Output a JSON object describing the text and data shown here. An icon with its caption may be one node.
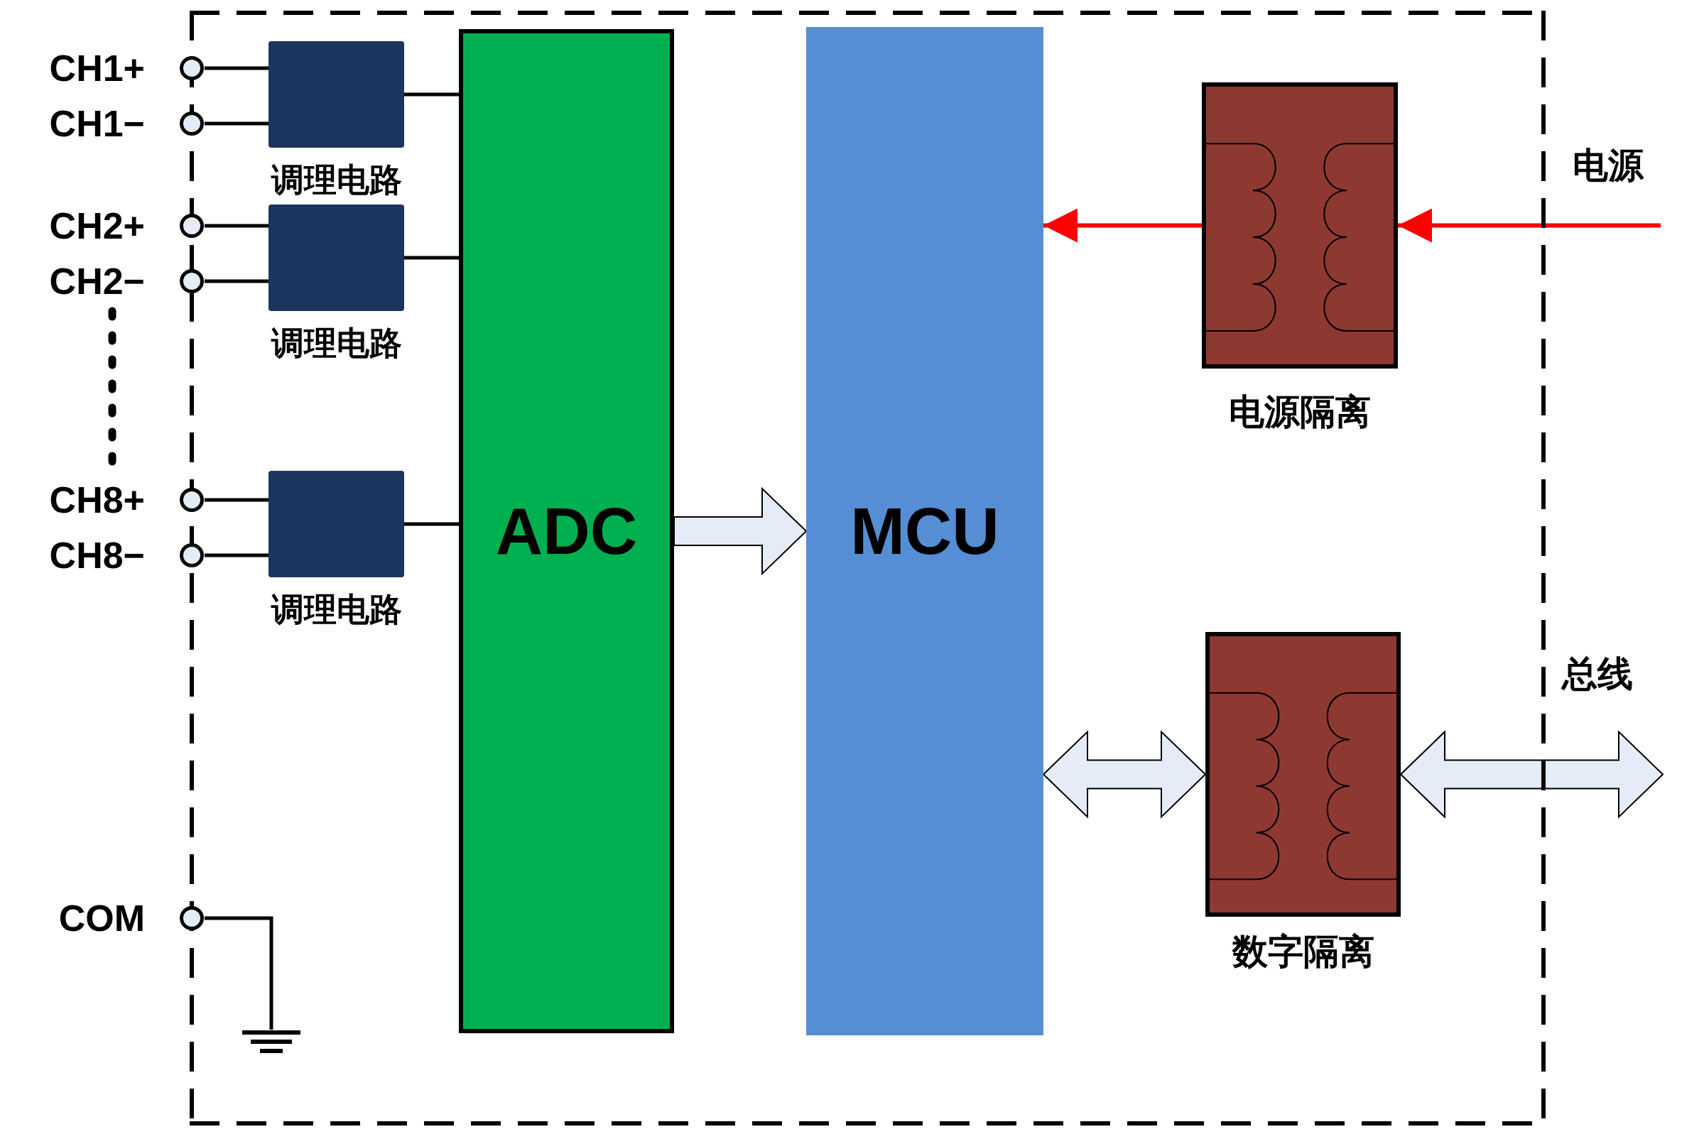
{
  "diagram": {
    "nodes": [
      {
        "text": [],
        "shape": "box"
      },
      {
        "text": [
          "CH1+"
        ]
      },
      {
        "text": [
          "CH1−"
        ]
      },
      {
        "text": [
          "调理电路"
        ],
        "in": 0
      },
      {
        "text": [
          "CH2+"
        ]
      },
      {
        "text": [
          "CH2−"
        ]
      },
      {
        "text": [
          "调理电路"
        ],
        "in": 0
      },
      {
        "text": [
          "CH8+"
        ]
      },
      {
        "text": [
          "CH8−"
        ]
      },
      {
        "text": [
          "调理电路"
        ],
        "in": 0
      },
      {
        "text": [
          "COM"
        ]
      },
      {
        "text": [],
        "shape": "ground",
        "in": 0
      },
      {
        "text": [
          "ADC"
        ],
        "in": 0
      },
      {
        "text": [
          "MCU"
        ],
        "in": 0
      },
      {
        "text": [
          "电源隔离"
        ],
        "in": 0
      },
      {
        "text": [
          "数字隔离"
        ],
        "in": 0
      }
    ],
    "edges": [
      {
        "from": 1,
        "to": 3,
        "arrow": "none"
      },
      {
        "from": 2,
        "to": 3,
        "arrow": "none"
      },
      {
        "from": 4,
        "to": 6,
        "arrow": "none"
      },
      {
        "from": 5,
        "to": 6,
        "arrow": "none"
      },
      {
        "from": 7,
        "to": 9,
        "arrow": "none"
      },
      {
        "from": 8,
        "to": 9,
        "arrow": "none"
      },
      {
        "from": 3,
        "to": 12,
        "arrow": "none"
      },
      {
        "from": 6,
        "to": 12,
        "arrow": "none"
      },
      {
        "from": 9,
        "to": 12,
        "arrow": "none"
      },
      {
        "from": 10,
        "to": 11,
        "arrow": "none"
      },
      {
        "from": 12,
        "to": 13,
        "arrow": "to",
        "style": "thick"
      },
      {
        "from": null,
        "to": 14,
        "arrow": "to",
        "label": "电源",
        "color": "#ff0000"
      },
      {
        "from": 14,
        "to": 13,
        "arrow": "to",
        "color": "#ff0000"
      },
      {
        "from": 13,
        "to": 15,
        "arrow": "both",
        "style": "thick"
      },
      {
        "from": 15,
        "to": null,
        "arrow": "both",
        "style": "thick",
        "label": "总线"
      }
    ]
  }
}
